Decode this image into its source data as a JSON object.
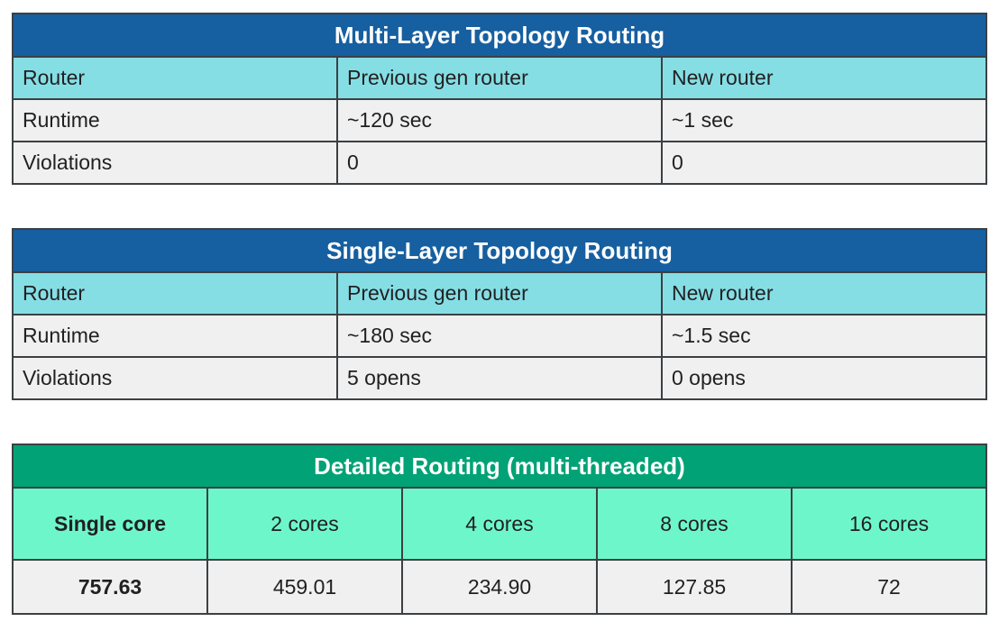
{
  "chart_data": [
    {
      "type": "table",
      "title": "Multi-Layer Topology Routing",
      "columns": [
        "Router",
        "Previous gen router",
        "New router"
      ],
      "rows": [
        [
          "Runtime",
          "~120 sec",
          "~1 sec"
        ],
        [
          "Violations",
          "0",
          "0"
        ]
      ]
    },
    {
      "type": "table",
      "title": "Single-Layer Topology Routing",
      "columns": [
        "Router",
        "Previous gen router",
        "New router"
      ],
      "rows": [
        [
          "Runtime",
          "~180 sec",
          "~1.5 sec"
        ],
        [
          "Violations",
          "5 opens",
          "0 opens"
        ]
      ]
    },
    {
      "type": "table",
      "title": "Detailed Routing (multi-threaded)",
      "columns": [
        "Single core",
        "2 cores",
        "4 cores",
        "8 cores",
        "16 cores"
      ],
      "rows": [
        [
          "757.63",
          "459.01",
          "234.90",
          "127.85",
          "72"
        ]
      ],
      "emphasis": "Single core column shown in bold"
    }
  ],
  "colors": {
    "blue_header": "#165fa0",
    "cyan_subheader": "#86dee5",
    "green_header": "#00a276",
    "mint_subheader": "#6ef6cb",
    "row_background": "#f0f0f0",
    "border": "#3c4043",
    "header_text": "#ffffff",
    "body_text": "#212121"
  }
}
